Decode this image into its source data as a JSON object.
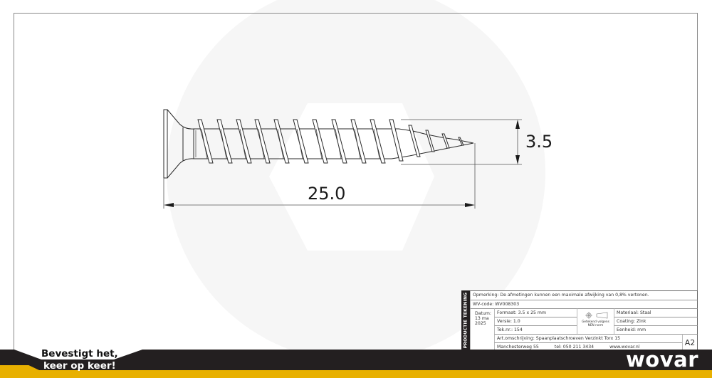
{
  "drawing": {
    "dimensions": {
      "length": "25.0",
      "diameter": "3.5"
    }
  },
  "title_block": {
    "side_label": "PRODUCTIE TEKENING",
    "remark": "Opmerking: De afmetingen kunnen een maximale afwijking van 0,8% vertonen.",
    "wv_code": "WV-code: WV008303",
    "date_label": "Datum:",
    "date_value_line1": "13 ma",
    "date_value_line2": "2025",
    "format": "Formaat: 3.5 x 25 mm",
    "version": "Versie: 1.0",
    "drawing_number": "Tek.nr.: 154",
    "norm_line1": "Getekend volgens",
    "norm_line2": "NEN norm",
    "material": "Materiaal: Staal",
    "coating": "Coating: Zink",
    "unit": "Eenheid: mm",
    "description": "Art.omschrijving:  Spaanplaatschroeven Verzinkt Torx 15",
    "address": "Manchesterweg 55",
    "phone": "tel: 050 211 3434",
    "website": "www.wovar.nl",
    "sheet_size": "A2"
  },
  "banner": {
    "slogan_line1": "Bevestigt het,",
    "slogan_line2": "keer op keer!",
    "logo": "wovar",
    "colors": {
      "dark": "#231f20",
      "yellow": "#e8b000"
    }
  }
}
